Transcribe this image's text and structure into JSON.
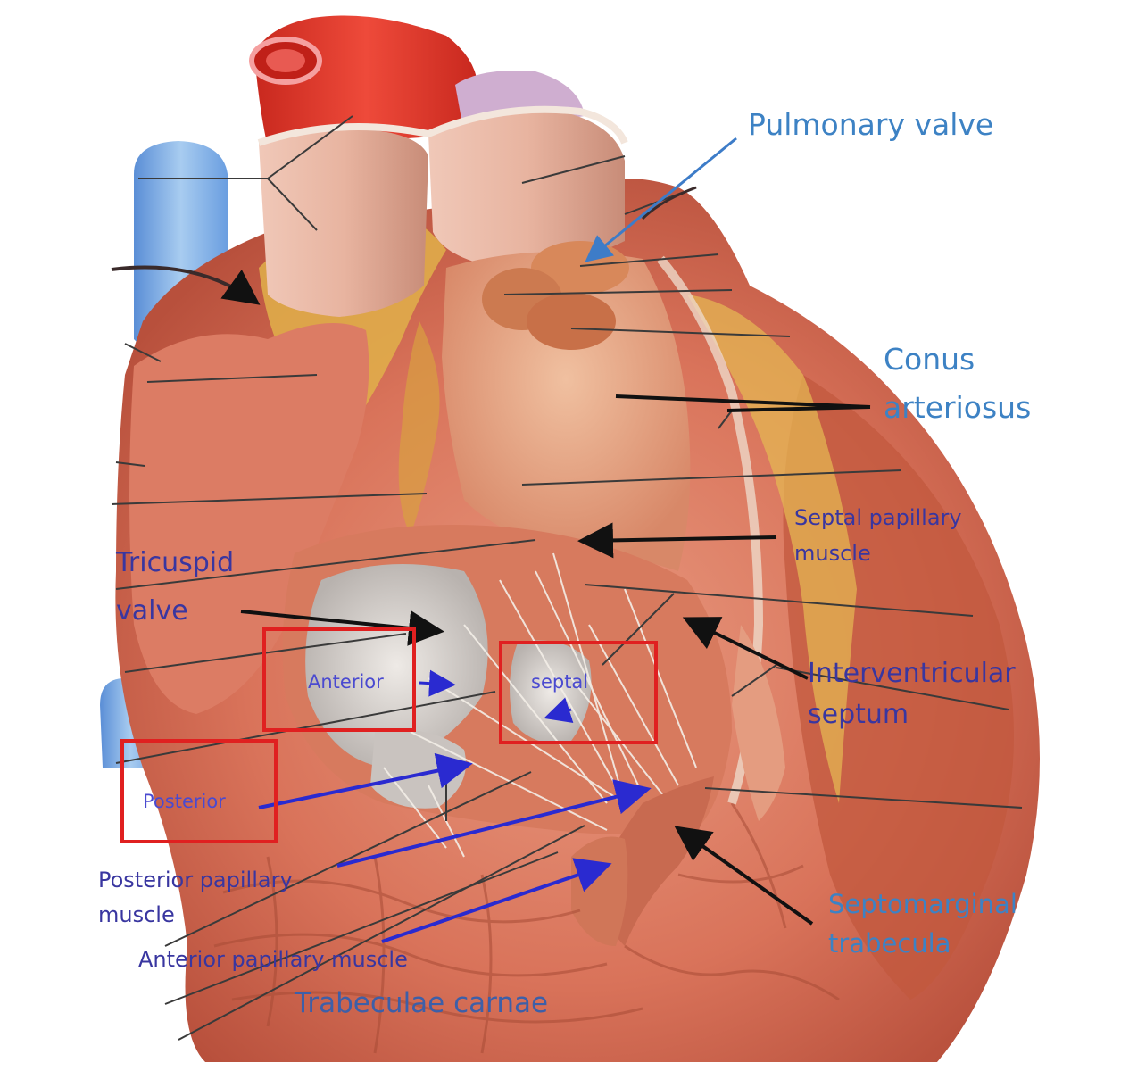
{
  "labels": {
    "pulmonary_valve": "Pulmonary valve",
    "conus_arteriosus": [
      "Conus",
      "arteriosus"
    ],
    "septal_papillary_muscle": [
      "Septal papillary",
      "muscle"
    ],
    "tricuspid_valve": [
      "Tricuspid",
      "valve"
    ],
    "interventricular_septum": [
      "Interventricular",
      "septum"
    ],
    "anterior": "Anterior",
    "septal": "septal",
    "posterior": "Posterior",
    "posterior_papillary_muscle": [
      "Posterior papillary",
      "muscle"
    ],
    "anterior_papillary_muscle": "Anterior papillary muscle",
    "septomarginal_trabecula": [
      "Septomarginal",
      "trabecula"
    ],
    "trabeculae_carnae": "Trabeculae carnae"
  },
  "colors": {
    "label_light_blue": "#3d82c4",
    "label_dark_blue": "#3936a0",
    "box_red": "#e02020",
    "arrow_blue": "#2a2ad0",
    "arrow_black": "#111111",
    "leader_lines": "#3a3a3a",
    "myocardium": "#d9735a",
    "aorta_red": "#e83a30",
    "vena_cava_blue": "#8fb8e6",
    "fat_yellow": "#e0b04a",
    "valve_gray": "#cfcbc8"
  }
}
